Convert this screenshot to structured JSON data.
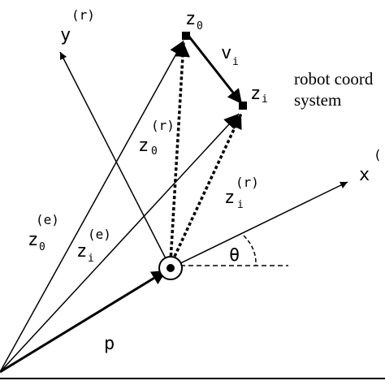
{
  "labels": {
    "y_axis": "y",
    "y_axis_sup": "(r)",
    "x_axis": "x",
    "x_axis_sup": "(",
    "z0": "z",
    "z0_sub": "0",
    "zi": "z",
    "zi_sub": "i",
    "vi": "v",
    "vi_sub": "i",
    "z0_r": "z",
    "z0_r_sub": "0",
    "z0_r_sup": "(r)",
    "zi_r": "z",
    "zi_r_sub": "i",
    "zi_r_sup": "(r)",
    "z0_e": "z",
    "z0_e_sub": "0",
    "z0_e_sup": "(e)",
    "zi_e": "z",
    "zi_e_sub": "i",
    "zi_e_sup": "(e)",
    "theta": "θ",
    "p": "p",
    "robot_line1": "robot coord",
    "robot_line2": "system"
  }
}
